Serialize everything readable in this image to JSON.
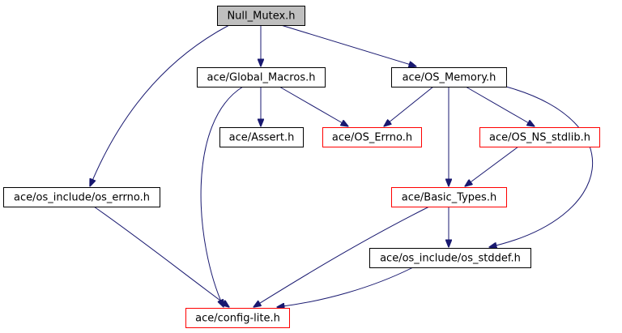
{
  "graph": {
    "colors": {
      "edge": "#191970",
      "root_fill": "#bfbfbf",
      "root_border": "#000000",
      "documented_border": "#000000",
      "undocumented_border": "#ff0000",
      "background": "#ffffff"
    },
    "nodes": [
      {
        "id": "null_mutex",
        "label": "Null_Mutex.h",
        "style": "root"
      },
      {
        "id": "global_macros",
        "label": "ace/Global_Macros.h",
        "style": "black"
      },
      {
        "id": "os_memory",
        "label": "ace/OS_Memory.h",
        "style": "black"
      },
      {
        "id": "assert",
        "label": "ace/Assert.h",
        "style": "black"
      },
      {
        "id": "os_errno",
        "label": "ace/OS_Errno.h",
        "style": "red"
      },
      {
        "id": "os_ns_stdlib",
        "label": "ace/OS_NS_stdlib.h",
        "style": "red"
      },
      {
        "id": "os_include_errno",
        "label": "ace/os_include/os_errno.h",
        "style": "black"
      },
      {
        "id": "basic_types",
        "label": "ace/Basic_Types.h",
        "style": "red"
      },
      {
        "id": "os_include_stddef",
        "label": "ace/os_include/os_stddef.h",
        "style": "black"
      },
      {
        "id": "config_lite",
        "label": "ace/config-lite.h",
        "style": "red"
      }
    ],
    "edges": [
      {
        "from": "null_mutex",
        "to": "global_macros"
      },
      {
        "from": "null_mutex",
        "to": "os_memory"
      },
      {
        "from": "null_mutex",
        "to": "os_include_errno"
      },
      {
        "from": "global_macros",
        "to": "assert"
      },
      {
        "from": "global_macros",
        "to": "os_errno"
      },
      {
        "from": "global_macros",
        "to": "config_lite"
      },
      {
        "from": "os_memory",
        "to": "os_errno"
      },
      {
        "from": "os_memory",
        "to": "os_ns_stdlib"
      },
      {
        "from": "os_memory",
        "to": "basic_types"
      },
      {
        "from": "os_memory",
        "to": "os_include_stddef"
      },
      {
        "from": "os_ns_stdlib",
        "to": "basic_types"
      },
      {
        "from": "basic_types",
        "to": "os_include_stddef"
      },
      {
        "from": "basic_types",
        "to": "config_lite"
      },
      {
        "from": "os_include_stddef",
        "to": "config_lite"
      },
      {
        "from": "os_include_errno",
        "to": "config_lite"
      }
    ]
  }
}
